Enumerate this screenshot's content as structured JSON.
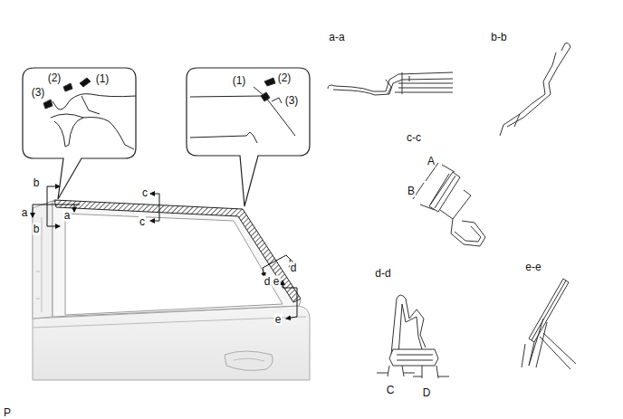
{
  "diagram": {
    "labels": [
      "(2)",
      "(1)",
      "(3)",
      "(1)",
      "(2)",
      "(3)",
      "b",
      "c",
      "a",
      "a",
      "b",
      "c",
      "d",
      "d",
      "e",
      "e",
      "a-a",
      "b-b",
      "c-c",
      "d-d",
      "e-e",
      "A",
      "B",
      "C",
      "D",
      "P"
    ]
  }
}
